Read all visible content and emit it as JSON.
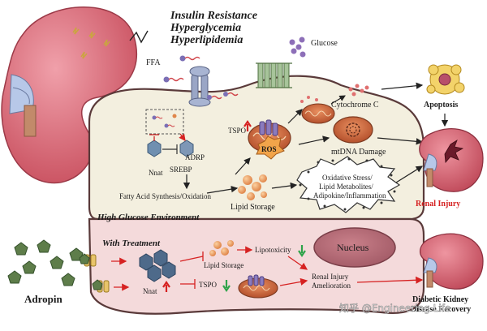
{
  "conditions": {
    "insulin_resistance": "Insulin Resistance",
    "hyperglycemia": "Hyperglycemia",
    "hyperlipidemia": "Hyperlipidemia"
  },
  "labels": {
    "ffa": "FFA",
    "glucose": "Glucose",
    "cytochrome_c": "Cytochrome C",
    "apoptosis": "Apoptosis",
    "tspo": "TSPO",
    "ros": "ROS",
    "adrp": "ADRP",
    "nnat": "Nnat",
    "srebp": "SREBP",
    "mtdna_damage": "mtDNA Damage",
    "fatty_acid": "Fatty Acid Synthesis/Oxidation",
    "stress_line1": "Oxidative Stress/",
    "stress_line2": "Lipid Metabolites/",
    "stress_line3": "Adipokine/Inflammation",
    "lipid_storage": "Lipid Storage",
    "renal_injury": "Renal Injury",
    "high_glucose_env": "High Glucose Environment",
    "with_treatment": "With Treatment",
    "nucleus": "Nucleus",
    "treat_lipid_storage": "Lipid Storage",
    "lipotoxicity": "Lipotoxicity",
    "adropin": "Adropin",
    "treat_nnat": "Nnat",
    "treat_tspo": "TSPO",
    "renal_line1": "Renal Injury",
    "renal_line2": "Amelioration",
    "dkd_line1": "Diabetic Kidney",
    "dkd_line2": "Disease Recovery",
    "watermark": "知乎 @Engineering Life"
  },
  "colors": {
    "kidney": "#e0707f",
    "cell_fill": "#f4f0e2",
    "treatment_fill": "#f6dfe0",
    "outline": "#5a3a3a",
    "up_arrow": "#d62222",
    "down_arrow": "#2ea34a",
    "mito": "#c2603c",
    "hex_dark": "#4e6a8a",
    "pentagon": "#5e7d4a"
  }
}
